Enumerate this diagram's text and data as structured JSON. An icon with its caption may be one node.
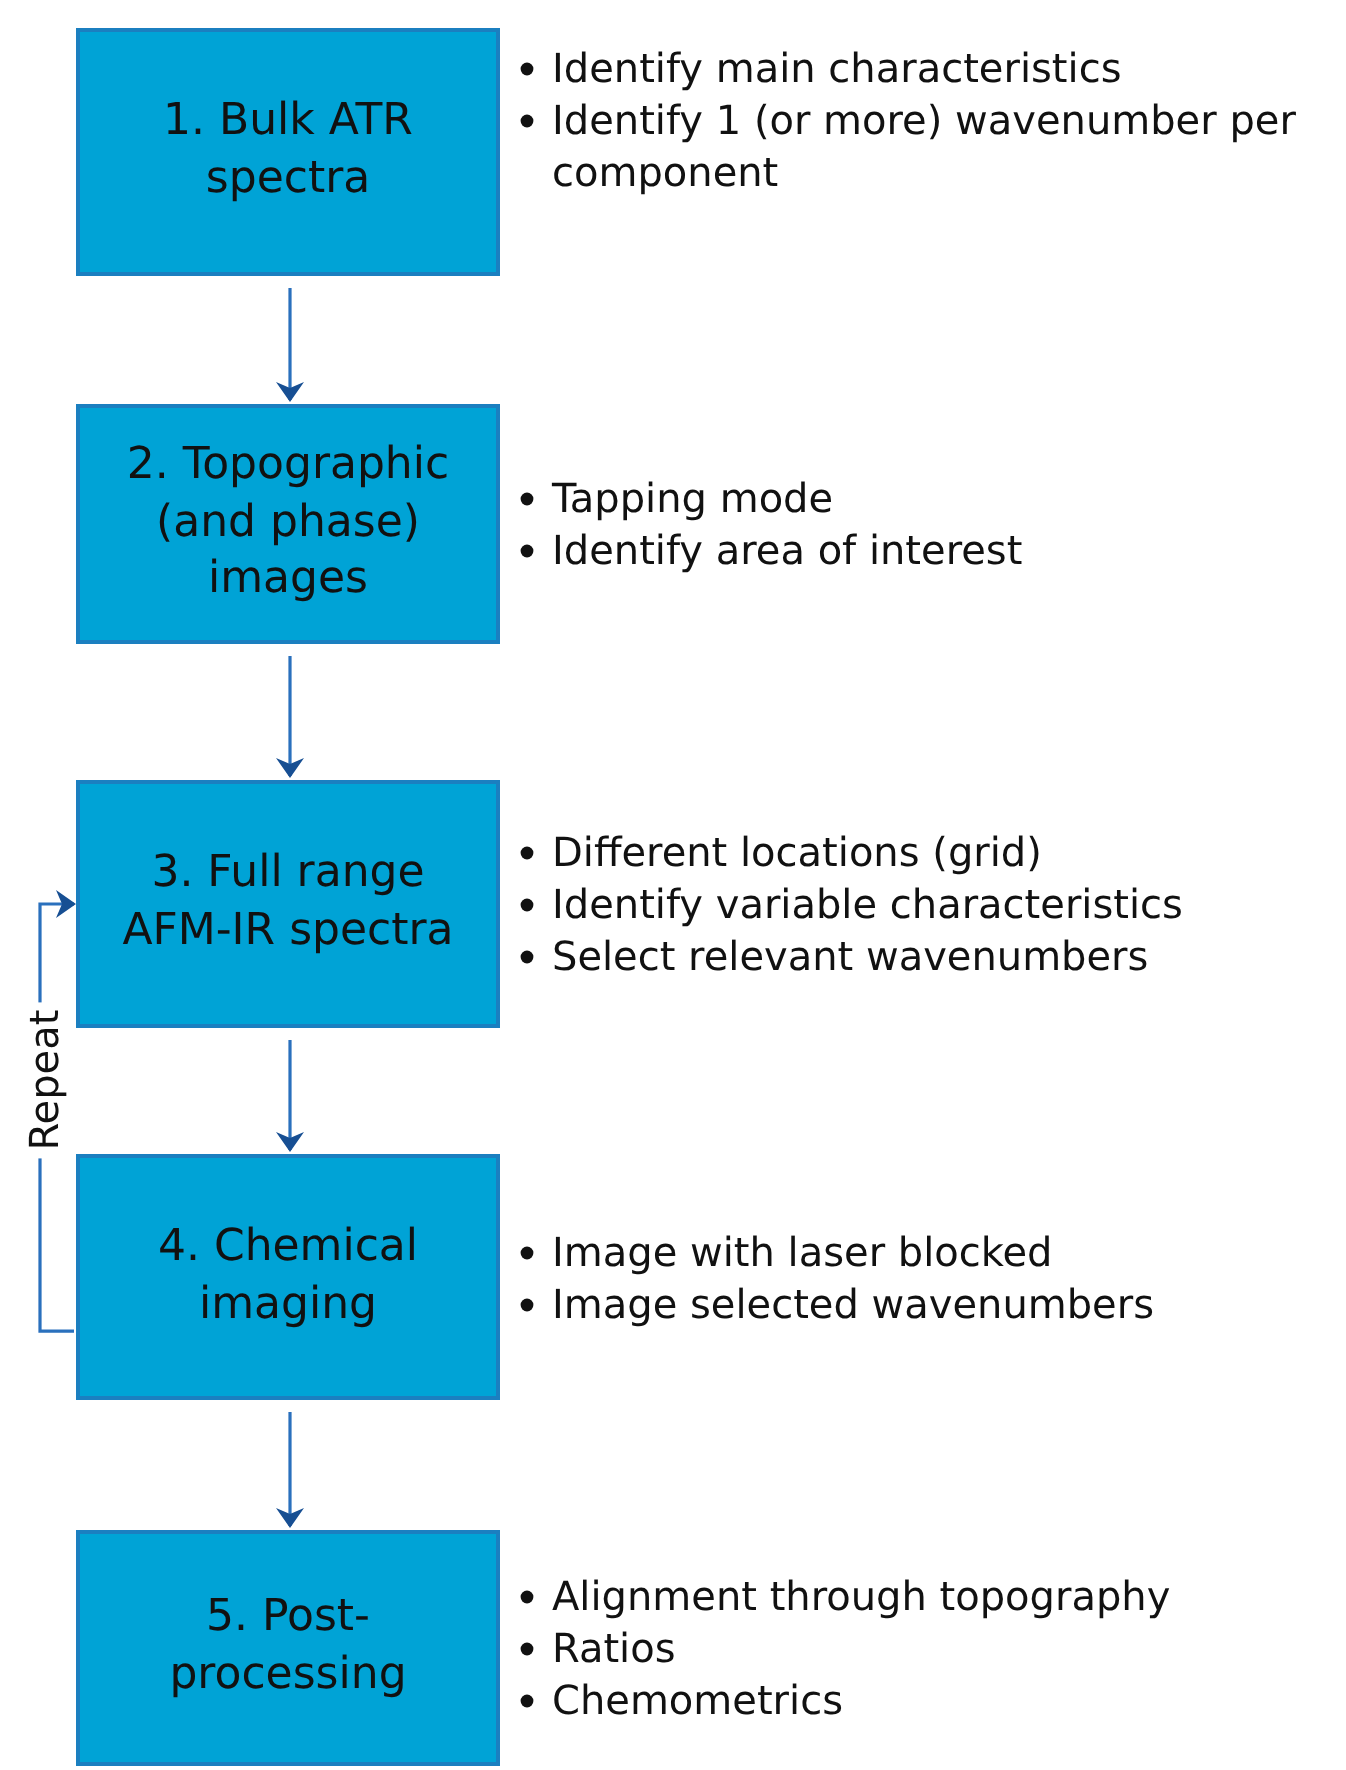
{
  "diagram": {
    "nodes": [
      {
        "text": [
          "1. Bulk ATR spectra"
        ],
        "beside": [
          "Identify main characteristics",
          "Identify 1 (or more) wavenumber per component"
        ]
      },
      {
        "text": [
          "2. Topographic (and phase) images"
        ],
        "beside": [
          "Tapping mode",
          "Identify area of interest"
        ]
      },
      {
        "text": [
          "3. Full range AFM-IR spectra"
        ],
        "beside": [
          "Different locations (grid)",
          "Identify variable characteristics",
          "Select relevant wavenumbers"
        ]
      },
      {
        "text": [
          "4. Chemical imaging"
        ],
        "beside": [
          "Image with laser blocked",
          "Image selected wavenumbers"
        ]
      },
      {
        "text": [
          "5. Post-processing"
        ],
        "beside": [
          "Alignment through topography",
          "Ratios",
          "Chemometrics"
        ]
      }
    ],
    "edges": [
      {
        "from": 0,
        "to": 1,
        "arrow": "to"
      },
      {
        "from": 1,
        "to": 2,
        "arrow": "to"
      },
      {
        "from": 2,
        "to": 3,
        "arrow": "to"
      },
      {
        "from": 3,
        "to": 4,
        "arrow": "to"
      },
      {
        "from": 3,
        "to": 2,
        "arrow": "to",
        "label": "Repeat"
      }
    ]
  }
}
